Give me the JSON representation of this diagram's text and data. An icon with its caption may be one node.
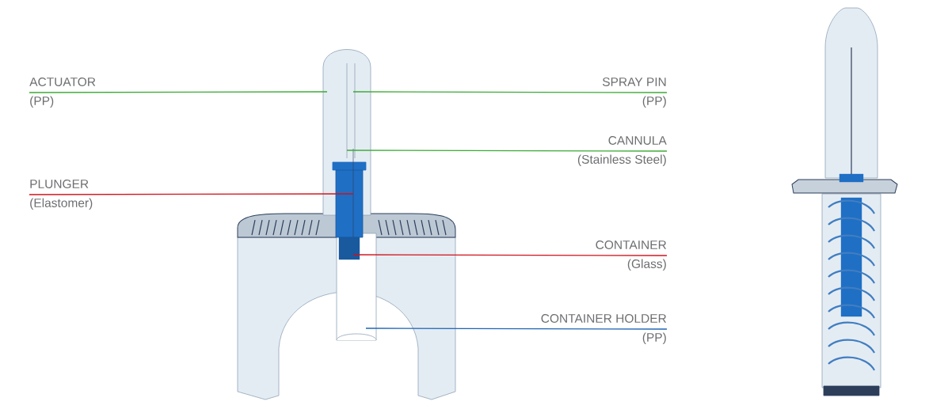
{
  "diagram": {
    "nodes": [
      {
        "text": [
          "ACTUATOR",
          "(PP)"
        ]
      },
      {
        "text": [
          "SPRAY PIN",
          "(PP)"
        ]
      },
      {
        "text": [
          "CANNULA",
          "(Stainless Steel)"
        ]
      },
      {
        "text": [
          "PLUNGER",
          "(Elastomer)"
        ]
      },
      {
        "text": [
          "CONTAINER",
          "(Glass)"
        ]
      },
      {
        "text": [
          "CONTAINER HOLDER",
          "(PP)"
        ]
      }
    ],
    "edges": [
      {
        "from": 0,
        "to": null,
        "arrow": "none"
      },
      {
        "from": 1,
        "to": null,
        "arrow": "none"
      },
      {
        "from": 2,
        "to": null,
        "arrow": "none"
      },
      {
        "from": 3,
        "to": null,
        "arrow": "none",
        "color": "#d0121b"
      },
      {
        "from": 4,
        "to": null,
        "arrow": "none",
        "color": "#d0121b"
      },
      {
        "from": 5,
        "to": null,
        "arrow": "none",
        "color": "#1d64b4"
      }
    ]
  }
}
